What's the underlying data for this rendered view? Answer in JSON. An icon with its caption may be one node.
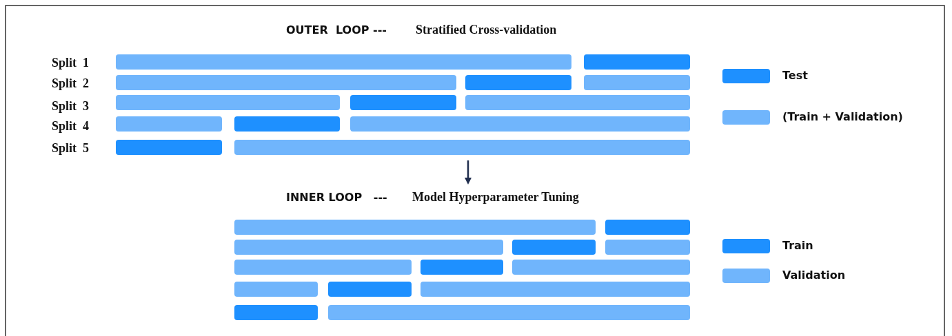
{
  "diagram": {
    "labels": [
      "OUTER  LOOP ---",
      "Stratified Cross-validation",
      "Split  1",
      "Split  2",
      "Split  3",
      "Split  4",
      "Split  5",
      "INNER LOOP   ---",
      "Model Hyperparameter Tuning"
    ],
    "legend": [
      {
        "text": "Test",
        "color": "#1e90ff"
      },
      {
        "text": "(Train + Validation)",
        "color": "#70b5fc"
      },
      {
        "text": "Train",
        "color": "#1e90ff"
      },
      {
        "text": "Validation",
        "color": "#70b5fc"
      }
    ]
  }
}
